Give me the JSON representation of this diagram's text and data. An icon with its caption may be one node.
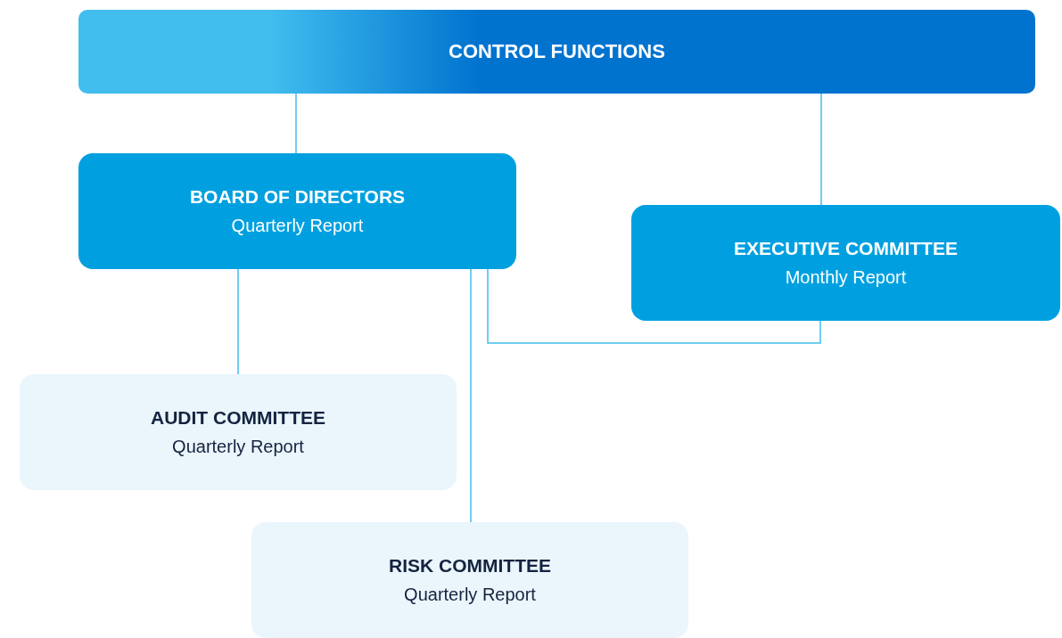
{
  "diagram": {
    "nodes": [
      {
        "text": [
          "CONTROL FUNCTIONS"
        ]
      },
      {
        "text": [
          "BOARD OF DIRECTORS",
          "Quarterly Report"
        ]
      },
      {
        "text": [
          "EXECUTIVE COMMITTEE",
          "Monthly Report"
        ]
      },
      {
        "text": [
          "AUDIT COMMITTEE",
          "Quarterly Report"
        ]
      },
      {
        "text": [
          "RISK COMMITTEE",
          "Quarterly Report"
        ]
      }
    ],
    "edges": [
      {
        "from": 0,
        "to": 1,
        "arrow": "none"
      },
      {
        "from": 0,
        "to": 2,
        "arrow": "none"
      },
      {
        "from": 1,
        "to": 3,
        "arrow": "none"
      },
      {
        "from": 1,
        "to": 4,
        "arrow": "none"
      },
      {
        "from": 1,
        "to": 2,
        "arrow": "none"
      }
    ]
  }
}
